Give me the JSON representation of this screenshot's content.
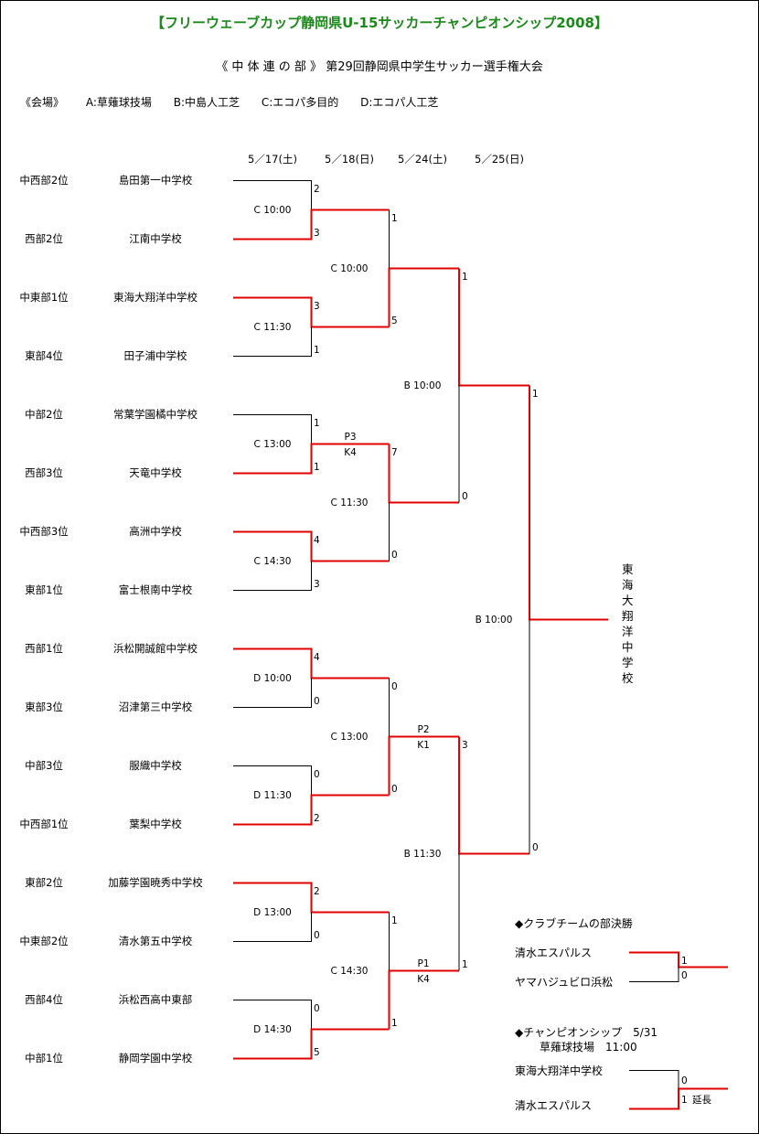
{
  "title": "【フリーウェーブカップ静岡県U-15サッカーチャンピオンシップ2008】",
  "subtitle": "《 中 体 連 の 部 》 第29回静岡県中学生サッカー選手権大会",
  "venues": {
    "label": "《会場》",
    "items": [
      "A:草薙球技場",
      "B:中島人工芝",
      "C:エコパ多目的",
      "D:エコパ人工芝"
    ]
  },
  "dates": [
    "5／17(土)",
    "5／18(日)",
    "5／24(土)",
    "5／25(日)"
  ],
  "teams": [
    {
      "seed": "中西部2位",
      "name": "島田第一中学校"
    },
    {
      "seed": "西部2位",
      "name": "江南中学校"
    },
    {
      "seed": "中東部1位",
      "name": "東海大翔洋中学校"
    },
    {
      "seed": "東部4位",
      "name": "田子浦中学校"
    },
    {
      "seed": "中部2位",
      "name": "常葉学園橘中学校"
    },
    {
      "seed": "西部3位",
      "name": "天竜中学校"
    },
    {
      "seed": "中西部3位",
      "name": "高洲中学校"
    },
    {
      "seed": "東部1位",
      "name": "富士根南中学校"
    },
    {
      "seed": "西部1位",
      "name": "浜松開誠館中学校"
    },
    {
      "seed": "東部3位",
      "name": "沼津第三中学校"
    },
    {
      "seed": "中部3位",
      "name": "服織中学校"
    },
    {
      "seed": "中西部1位",
      "name": "葉梨中学校"
    },
    {
      "seed": "東部2位",
      "name": "加藤学園暁秀中学校"
    },
    {
      "seed": "中東部2位",
      "name": "清水第五中学校"
    },
    {
      "seed": "西部4位",
      "name": "浜松西高中東部"
    },
    {
      "seed": "中部1位",
      "name": "静岡学園中学校"
    }
  ],
  "matches": {
    "r1": [
      "C 10:00",
      "C 11:30",
      "C 13:00",
      "C 14:30",
      "D 10:00",
      "D 11:30",
      "D 13:00",
      "D 14:30"
    ],
    "r2": [
      "C 10:00",
      "C 11:30",
      "C 13:00",
      "C 14:30"
    ],
    "r3": [
      "B 10:00",
      "B 11:30"
    ],
    "final": "B 10:00"
  },
  "scores": {
    "r1": [
      [
        "2",
        "3"
      ],
      [
        "3",
        "1"
      ],
      [
        "1",
        "1"
      ],
      [
        "4",
        "3"
      ],
      [
        "4",
        "0"
      ],
      [
        "0",
        "2"
      ],
      [
        "2",
        "0"
      ],
      [
        "0",
        "5"
      ]
    ],
    "r2": [
      [
        "1",
        "5"
      ],
      [
        "7",
        "0"
      ],
      [
        "0",
        "0"
      ],
      [
        "1",
        "1"
      ]
    ],
    "r3": [
      [
        "1",
        "0"
      ],
      [
        "3",
        "1"
      ]
    ],
    "final": [
      "1",
      "0"
    ]
  },
  "pk": {
    "r1_3": [
      "P3",
      "K4"
    ],
    "r2_3": [
      "P2",
      "K1"
    ],
    "r2_4": [
      "P1",
      "K4"
    ]
  },
  "champion": "東海大翔洋中学校",
  "club": {
    "title": "◆クラブチームの部決勝",
    "teams": [
      "清水エスパルス",
      "ヤマハジュビロ浜松"
    ],
    "scores": [
      "1",
      "0"
    ]
  },
  "championship": {
    "title": "◆チャンピオンシップ　5/31",
    "venue": "草薙球技場　11:00",
    "teams": [
      "東海大翔洋中学校",
      "清水エスパルス"
    ],
    "scores": [
      "0",
      "1"
    ],
    "note": "延長"
  },
  "colors": {
    "title": "#1a8a1a",
    "winner_line": "#e00000",
    "line": "#000000"
  }
}
